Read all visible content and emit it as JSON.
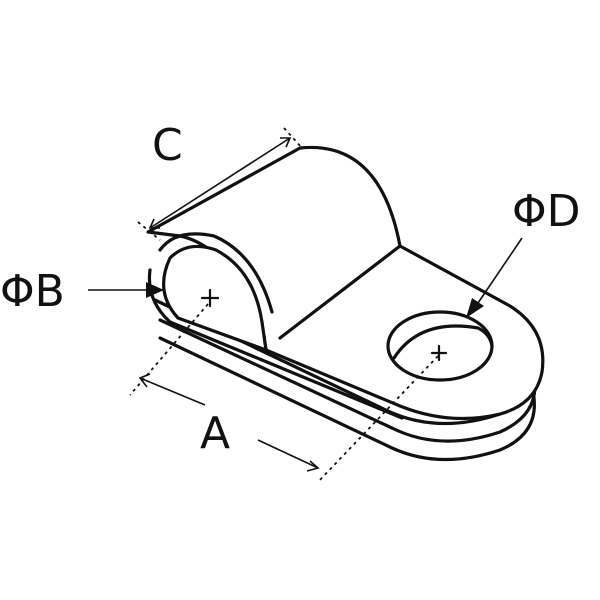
{
  "labels": {
    "dim_a": "A",
    "dim_b": "ΦB",
    "dim_c": "C",
    "dim_d": "ΦD"
  }
}
